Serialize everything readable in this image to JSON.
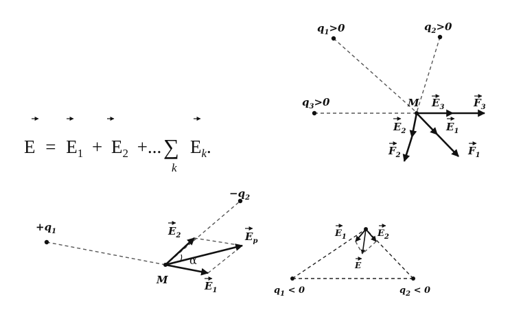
{
  "formula": {
    "lhs": "E",
    "eq": "=",
    "t1": "E",
    "t1_sub": "1",
    "plus1": "+",
    "t2": "E",
    "t2_sub": "2",
    "plus_dots": "+...",
    "sigma": "∑",
    "sigma_index": "k",
    "tk": "E",
    "tk_sub": "k",
    "end": "."
  },
  "fig1": {
    "q1": "q",
    "q1_sub": "1",
    "q1_sign": ">0",
    "q2": "q",
    "q2_sub": "2",
    "q2_sign": ">0",
    "q3": "q",
    "q3_sub": "3",
    "q3_sign": ">0",
    "point": "M",
    "E3": "E",
    "E3_sub": "3",
    "F3": "F",
    "F3_sub": "3",
    "E2": "E",
    "E2_sub": "2",
    "E1": "E",
    "E1_sub": "1",
    "F2": "F",
    "F2_sub": "2",
    "F1": "F",
    "F1_sub": "1"
  },
  "fig2": {
    "q2": "−q",
    "q2_sub": "2",
    "q1": "+q",
    "q1_sub": "1",
    "E2": "E",
    "E2_sub": "2",
    "Ep": "E",
    "Ep_sub": "p",
    "alpha": "α",
    "point": "M",
    "E1": "E",
    "E1_sub": "1"
  },
  "fig3": {
    "E1": "E",
    "E1_sub": "1",
    "E2": "E",
    "E2_sub": "2",
    "E": "E",
    "q1": "q",
    "q1_sub": "1",
    "q1_sign": " < 0",
    "q2": "q",
    "q2_sub": "2",
    "q2_sign": " < 0"
  }
}
